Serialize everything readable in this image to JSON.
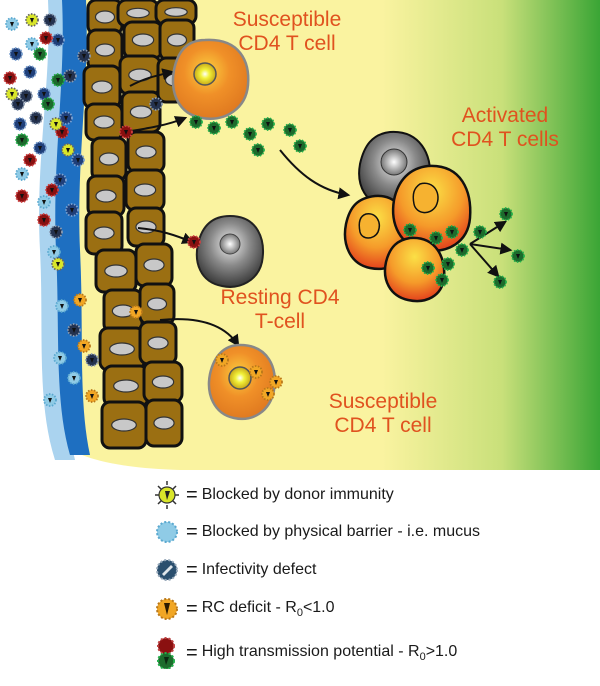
{
  "labels": {
    "susceptible_top": [
      "Susceptible",
      "CD4 T cell"
    ],
    "activated": [
      "Activated",
      "CD4 T cells"
    ],
    "resting": [
      "Resting CD4",
      "T-cell"
    ],
    "susceptible_bottom": [
      "Susceptible",
      "CD4 T cell"
    ]
  },
  "legend": [
    {
      "icon": "donor-immunity-blocked-virion-icon",
      "text": "Blocked by donor immunity"
    },
    {
      "icon": "mucus-blocked-virion-icon",
      "text": "Blocked by physical barrier - i.e. mucus"
    },
    {
      "icon": "infectivity-defect-virion-icon",
      "text": "Infectivity defect"
    },
    {
      "icon": "rc-deficit-virion-icon",
      "text_pre": "RC deficit - R",
      "sub": "0",
      "text_post": "<1.0"
    },
    {
      "icon": "high-transmission-virion-icon",
      "text_pre": "High transmission potential - R",
      "sub": "0",
      "text_post": ">1.0"
    }
  ],
  "colors": {
    "background_yellow": "#faf3a0",
    "tissue_green": "#3aa535",
    "epithelium_brown": "#9b6f12",
    "mucus_blue": "#1e6fc1",
    "label_orange": "#e0521f",
    "virion_green": "#22b04a",
    "virion_red": "#b11a1a"
  }
}
